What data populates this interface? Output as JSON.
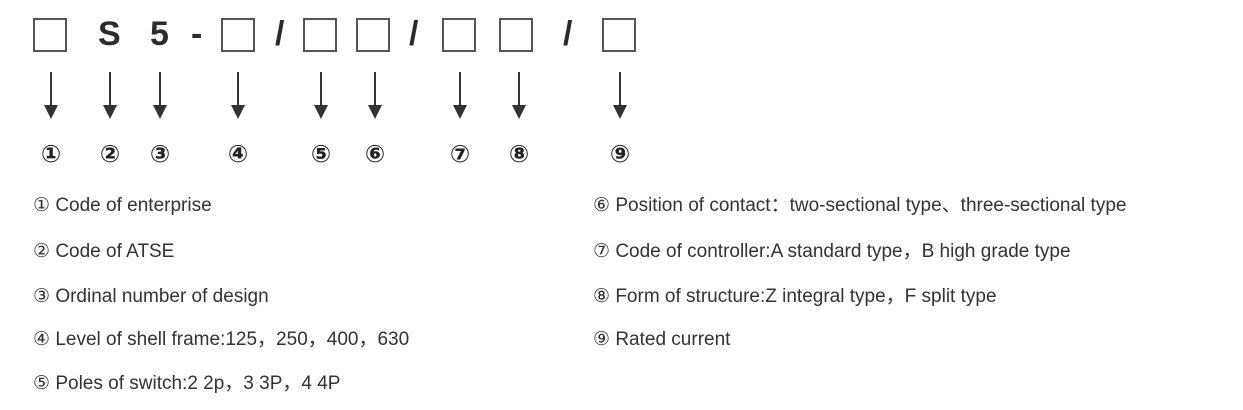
{
  "model_code": {
    "letters": [
      "S",
      "5",
      "-",
      "/",
      "/",
      "/"
    ]
  },
  "markers": [
    "①",
    "②",
    "③",
    "④",
    "⑤",
    "⑥",
    "⑦",
    "⑧",
    "⑨"
  ],
  "descriptions": [
    {
      "marker": "①",
      "text": "Code of enterprise"
    },
    {
      "marker": "②",
      "text": "Code of ATSE"
    },
    {
      "marker": "③",
      "text": "Ordinal number of design"
    },
    {
      "marker": "④",
      "text": "Level of shell frame:125，250，400，630"
    },
    {
      "marker": "⑤",
      "text": "Poles of switch:2 2p，3 3P，4 4P"
    },
    {
      "marker": "⑥",
      "text": "Position of contact：two-sectional type、three-sectional type"
    },
    {
      "marker": "⑦",
      "text": "Code of controller:A standard type，B high grade type"
    },
    {
      "marker": "⑧",
      "text": "Form of structure:Z integral type，F split type"
    },
    {
      "marker": "⑨",
      "text": "Rated current"
    }
  ]
}
